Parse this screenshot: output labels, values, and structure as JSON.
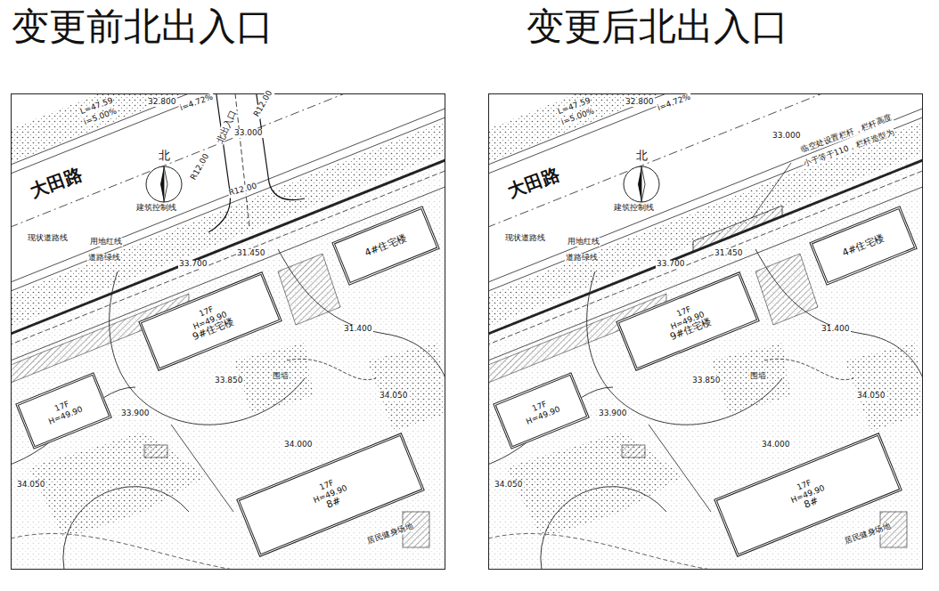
{
  "diagram": {
    "nodes": [
      {
        "text": [
          "变更前北出入口"
        ]
      },
      {
        "text": [
          "北"
        ],
        "in": 0
      },
      {
        "text": [
          "17F",
          "H=49.90",
          "9#住宅楼"
        ],
        "in": 0
      },
      {
        "text": [
          "4#住宅楼"
        ],
        "in": 0
      },
      {
        "text": [
          "17F",
          "H=49.90"
        ],
        "in": 0
      },
      {
        "text": [
          "17F",
          "H=49.90",
          "8#"
        ],
        "in": 0
      },
      {
        "text": [
          "变更后北出入口"
        ]
      },
      {
        "text": [
          "北"
        ],
        "in": 6
      },
      {
        "text": [
          "17F",
          "H=49.90",
          "9#住宅楼"
        ],
        "in": 6
      },
      {
        "text": [
          "4#住宅楼"
        ],
        "in": 6
      },
      {
        "text": [
          "17F",
          "H=49.90"
        ],
        "in": 6
      },
      {
        "text": [
          "17F",
          "H=49.90",
          "8#"
        ],
        "in": 6
      }
    ],
    "labels": [
      "大田路",
      "L=47.59",
      "i=5.00%",
      "32.800",
      "i=4.72%",
      "R12.00",
      "33.000",
      "北出入口",
      "R12.00",
      "建筑控制线",
      "R12.00",
      "现状道路线",
      "用地红线",
      "道路绿线",
      "33.700",
      "31.450",
      "31.400",
      "围墙",
      "33.850",
      "34.050",
      "33.900",
      "34.000",
      "34.050",
      "居民健身场地",
      "大田路",
      "L=47.59",
      "i=5.00%",
      "32.800",
      "i=4.72%",
      "33.000",
      "临空处设置栏杆，栏杆高度",
      "小于等于110，栏杆造型为",
      "建筑控制线",
      "现状道路线",
      "用地红线",
      "道路绿线",
      "33.700",
      "31.450",
      "31.400",
      "围墙",
      "33.850",
      "34.050",
      "33.900",
      "34.000",
      "34.050",
      "居民健身场地"
    ]
  }
}
